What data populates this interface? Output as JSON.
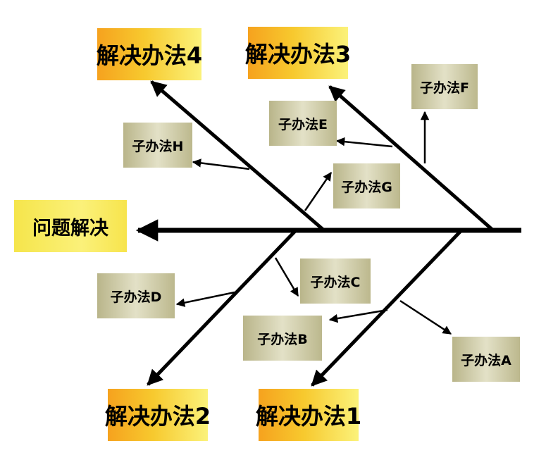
{
  "problem": "问题解决",
  "solutions": {
    "s1": "解决办法1",
    "s2": "解决办法2",
    "s3": "解决办法3",
    "s4": "解决办法4"
  },
  "subs": {
    "A": "子办法A",
    "B": "子办法B",
    "C": "子办法C",
    "D": "子办法D",
    "E": "子办法E",
    "F": "子办法F",
    "G": "子办法G",
    "H": "子办法H"
  },
  "colors": {
    "line": "#000000",
    "main_box": "#f7e84f",
    "head_box": "#f6a21e",
    "sub_box": "#d8d5b4"
  }
}
